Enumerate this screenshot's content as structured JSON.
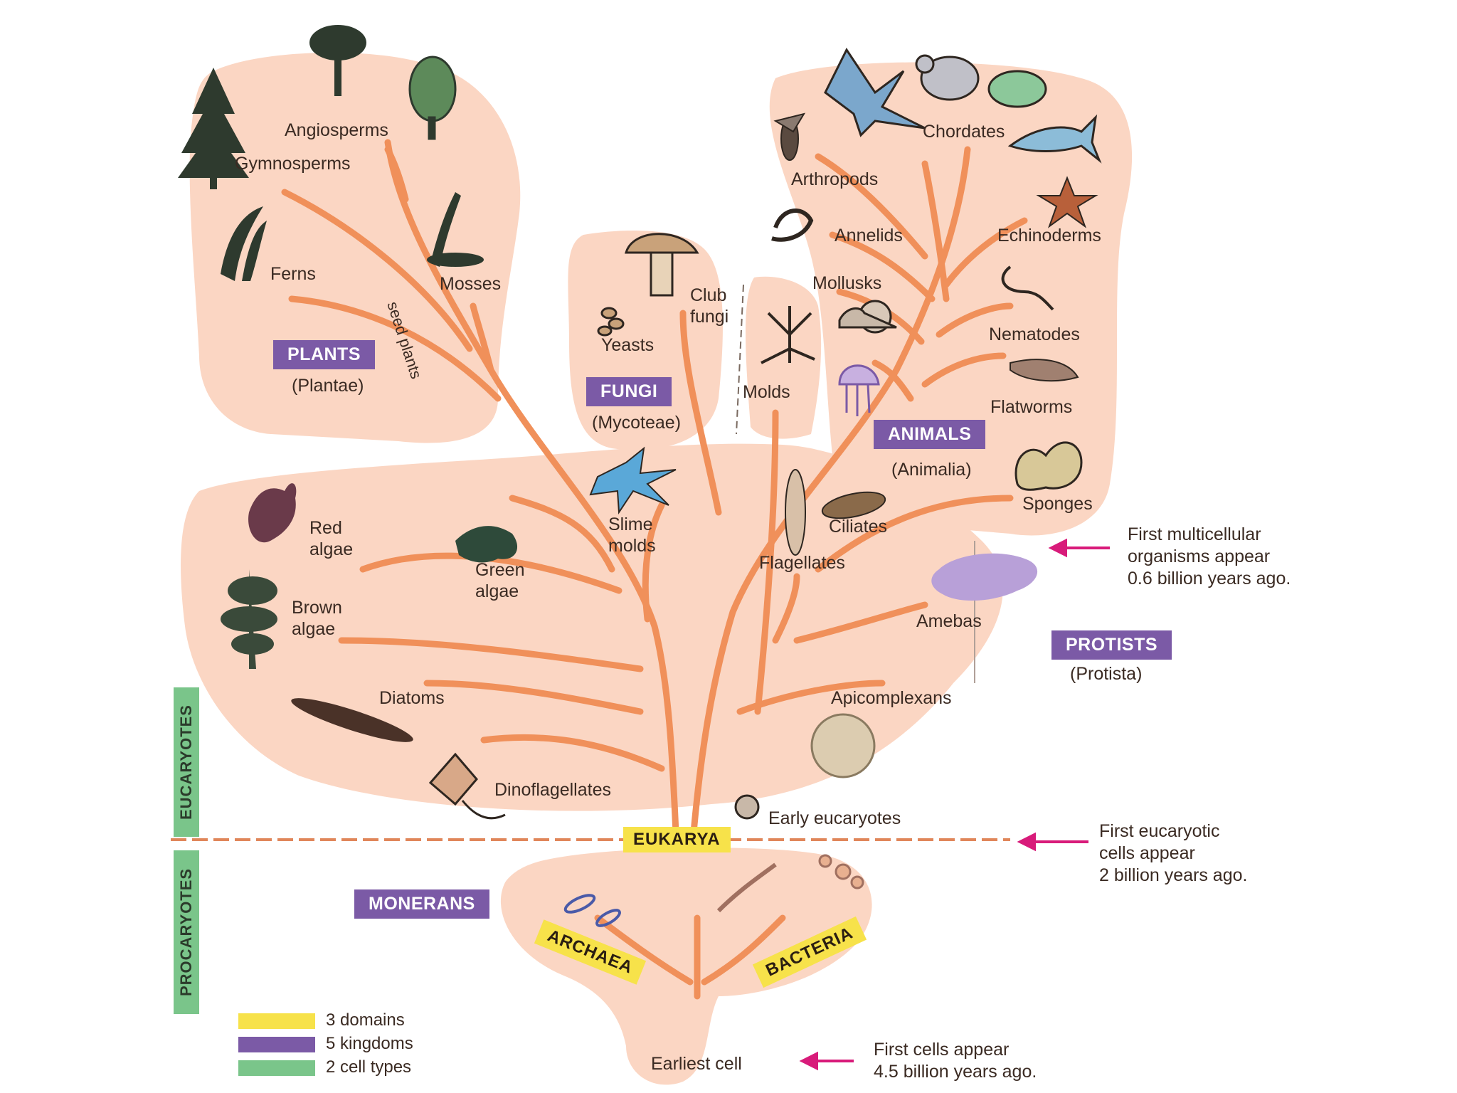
{
  "groups": {
    "angiosperms": "Angiosperms",
    "gymnosperms": "Gymnosperms",
    "ferns": "Ferns",
    "mosses": "Mosses",
    "seed_plants": "seed plants",
    "club_fungi": "Club\nfungi",
    "yeasts": "Yeasts",
    "molds": "Molds",
    "chordates": "Chordates",
    "arthropods": "Arthropods",
    "annelids": "Annelids",
    "echinoderms": "Echinoderms",
    "mollusks": "Mollusks",
    "nematodes": "Nematodes",
    "flatworms": "Flatworms",
    "sponges": "Sponges",
    "red_algae": "Red\nalgae",
    "green_algae": "Green\nalgae",
    "slime_molds": "Slime\nmolds",
    "flagellates": "Flagellates",
    "ciliates": "Ciliates",
    "brown_algae": "Brown\nalgae",
    "amoebas": "Amebas",
    "diatoms": "Diatoms",
    "apicomplexans": "Apicomplexans",
    "dinoflagellates": "Dinoflagellates",
    "early_eucaryotes": "Early eucaryotes",
    "earliest_cell": "Earliest cell"
  },
  "kingdoms": {
    "plants": "PLANTS",
    "plants_latin": "(Plantae)",
    "fungi": "FUNGI",
    "fungi_latin": "(Mycoteae)",
    "animals": "ANIMALS",
    "animals_latin": "(Animalia)",
    "protists": "PROTISTS",
    "protists_latin": "(Protista)",
    "monerans": "MONERANS"
  },
  "domains": {
    "eukarya": "EUKARYA",
    "archaea": "ARCHAEA",
    "bacteria": "BACTERIA"
  },
  "cell_types": {
    "eucaryotes": "EUCARYOTES",
    "procaryotes": "PROCARYOTES"
  },
  "timeline": {
    "multicellular": "First multicellular\norganisms appear\n0.6 billion years ago.",
    "eucaryotic": "First eucaryotic\ncells appear\n2 billion years ago.",
    "first_cells": "First  cells appear\n4.5 billion years ago."
  },
  "legend": [
    {
      "label": "3 domains",
      "color": "#f7e24a"
    },
    {
      "label": "5 kingdoms",
      "color": "#7b5aa6"
    },
    {
      "label": "2 cell types",
      "color": "#7ac58a"
    }
  ],
  "colors": {
    "region": "#fbd6c3",
    "branch": "#f0905a",
    "kingdom": "#7b5aa6",
    "domain": "#f7e24a",
    "cell_type": "#7ac58a",
    "arrow": "#d81b7a",
    "divider": "#e0865a"
  },
  "icons": [
    "pine-tree-icon",
    "palm-tree-icon",
    "deciduous-tree-icon",
    "fern-icon",
    "moss-icon",
    "mushroom-icon",
    "yeast-icon",
    "mold-icon",
    "bird-icon",
    "mouse-icon",
    "frog-icon",
    "fish-icon",
    "insect-icon",
    "starfish-icon",
    "worm-icon",
    "snail-icon",
    "nematode-icon",
    "jellyfish-icon",
    "flatworm-icon",
    "sponge-icon",
    "red-algae-icon",
    "green-algae-icon",
    "slime-mold-icon",
    "flagellate-icon",
    "ciliate-icon",
    "brown-algae-icon",
    "amoeba-icon",
    "diatom-icon",
    "apicomplexan-icon",
    "dinoflagellate-icon",
    "early-eucaryote-icon",
    "bacteria-icon",
    "archaea-icon"
  ]
}
